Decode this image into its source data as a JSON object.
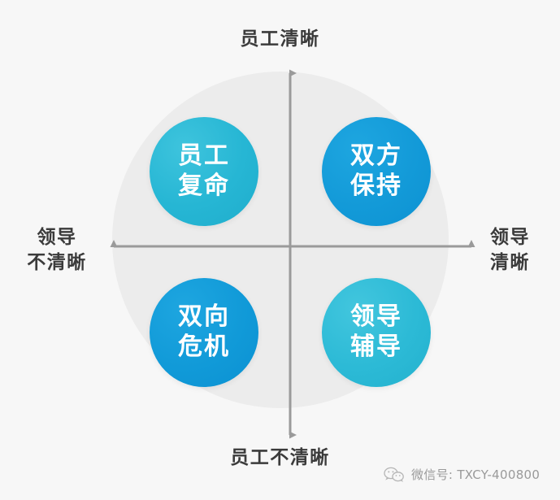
{
  "diagram": {
    "title_top": "员工清晰",
    "title_bottom": "员工不清晰",
    "label_left_line1": "领导",
    "label_left_line2": "不清晰",
    "label_right_line1": "领导",
    "label_right_line2": "清晰",
    "background_color": "#f7f7f7",
    "halo_color": "#ececec",
    "axis_color": "#9a9a9a",
    "label_color": "#3b3b3b"
  },
  "quadrants": [
    {
      "position": "top-left",
      "line1": "员工",
      "line2": "复命",
      "color": "#26b6d4",
      "x_meaning": "领导不清晰",
      "y_meaning": "员工清晰"
    },
    {
      "position": "top-right",
      "line1": "双方",
      "line2": "保持",
      "color": "#139ad8",
      "x_meaning": "领导清晰",
      "y_meaning": "员工清晰"
    },
    {
      "position": "bottom-left",
      "line1": "双向",
      "line2": "危机",
      "color": "#119ad8",
      "x_meaning": "领导不清晰",
      "y_meaning": "员工不清晰"
    },
    {
      "position": "bottom-right",
      "line1": "领导",
      "line2": "辅导",
      "color": "#2cbad6",
      "x_meaning": "领导清晰",
      "y_meaning": "员工不清晰"
    }
  ],
  "watermark": {
    "icon": "wechat-icon",
    "text": "微信号: TXCY-400800",
    "color": "#9a9a9a"
  }
}
